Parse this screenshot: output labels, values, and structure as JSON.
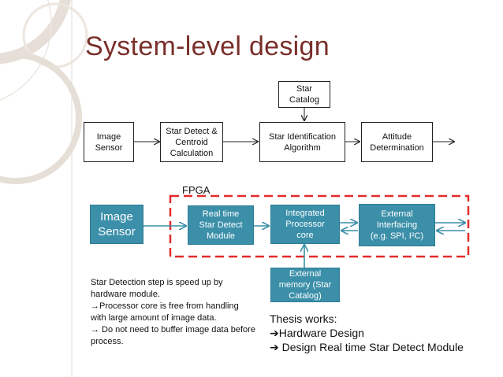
{
  "slide": {
    "title": "System-level design"
  },
  "top_flow": {
    "image_sensor": "Image\nSensor",
    "star_detect": "Star Detect &\nCentroid\nCalculation",
    "star_identification": "Star Identification\nAlgorithm",
    "attitude": "Attitude\nDetermination",
    "star_catalog": "Star\nCatalog"
  },
  "fpga_block": {
    "label": "FPGA",
    "image_sensor": "Image\nSensor",
    "realtime_module": "Real time\nStar Detect\nModule",
    "processor_core": "Integrated\nProcessor\ncore",
    "external_interfacing": "External\nInterfacing\n(e.g. SPI, I²C)",
    "external_memory": "External\nmemory (Star\nCatalog)"
  },
  "notes": {
    "line1": "Star Detection step is speed up by hardware module.",
    "line2": "→Processor core is free from handling with large amount of image data.",
    "line3": "→ Do not need to buffer image data before process."
  },
  "thesis": {
    "heading": "Thesis works:",
    "item1": "➔Hardware Design",
    "item2": "➔ Design Real time Star Detect Module"
  },
  "colors": {
    "title": "#7a2f2a",
    "teal_box": "#3b8fa9",
    "fpga_border": "#e32b2b",
    "arrow_teal": "#3b8fa9"
  }
}
